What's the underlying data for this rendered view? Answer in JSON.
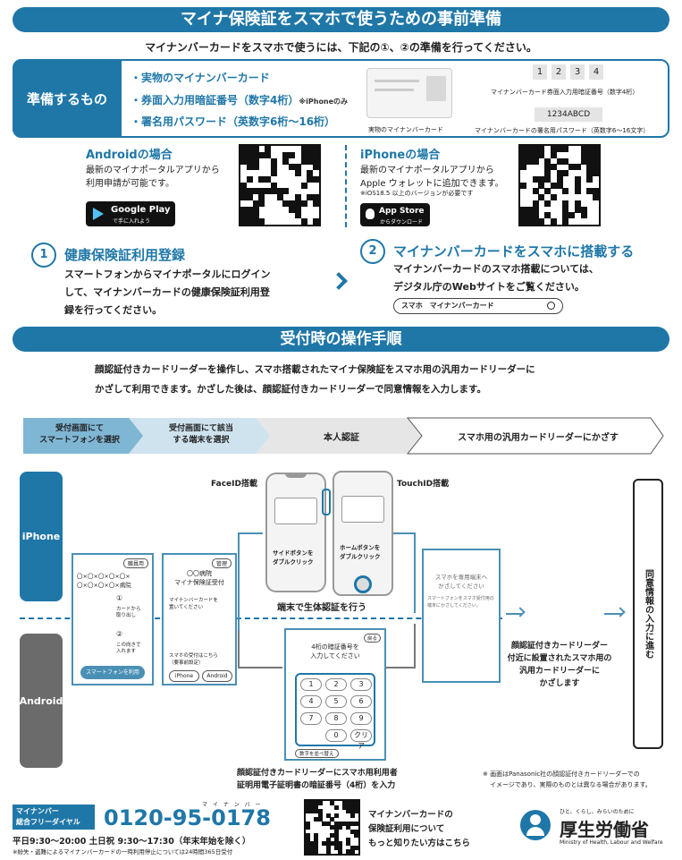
{
  "header": {
    "title": "マイナ保険証をスマホで使うための事前準備",
    "subtitle": "マイナンバーカードをスマホで使うには、下記の①、②の準備を行ってください。"
  },
  "prep": {
    "label": "準備するもの",
    "items": [
      "・実物のマイナンバーカード",
      "・券面入力用暗証番号（数字4桁）",
      "・署名用パスワード（英数字6桁〜16桁）"
    ],
    "iphone_note": "※iPhoneのみ",
    "pin_digits": [
      "1",
      "2",
      "3",
      "4"
    ],
    "pin_caption": "マイナンバーカード券面入力用暗証番号（数字4桁）",
    "password_sample": "1234ABCD",
    "card_caption": "実物のマイナンバーカード",
    "password_caption": "マイナンバーカードの署名用パスワード（英数字6〜16文字）"
  },
  "android": {
    "title": "Androidの場合",
    "text1": "最新のマイナポータルアプリから",
    "text2": "利用申請が可能です。",
    "store_main": "Google Play",
    "store_sub": "で手に入れよう"
  },
  "iphone": {
    "title": "iPhoneの場合",
    "text1": "最新のマイナポータルアプリから",
    "text2": "Apple ウォレットに追加できます。",
    "note": "※iOS18.5 以上のバージョンが必要です",
    "store_main": "App Store",
    "store_sub": "からダウンロード"
  },
  "step1": {
    "num": "1",
    "title": "健康保険証利用登録",
    "line1": "スマートフォンからマイナポータルにログイン",
    "line2": "して、マイナンバーカードの健康保険証利用登",
    "line3": "録を行ってください。"
  },
  "step2": {
    "num": "2",
    "title": "マイナンバーカードをスマホに搭載する",
    "line1": "マイナンバーカードのスマホ搭載については、",
    "line2": "デジタル庁のWebサイトをご覧ください。",
    "search": "スマホ　マイナンバーカード"
  },
  "procedure": {
    "title": "受付時の操作手順",
    "line1": "顔認証付きカードリーダーを操作し、スマホ搭載されたマイナ保険証をスマホ用の汎用カードリーダーに",
    "line2": "かざして利用できます。かざした後は、顔認証付きカードリーダーで同意情報を入力します。"
  },
  "flow": {
    "s1a": "受付画面にて",
    "s1b": "スマートフォンを選択",
    "s2a": "受付画面にて該当",
    "s2b": "する端末を選択",
    "s3": "本人認証",
    "s4": "スマホ用の汎用カードリーダーにかざす"
  },
  "diagram": {
    "iphone_label": "iPhone",
    "android_label": "Android",
    "faceid": "FaceID搭載",
    "touchid": "TouchID搭載",
    "side_button": "サイドボタンを",
    "side_button2": "ダブルクリック",
    "home_button": "ホームボタンを",
    "home_button2": "ダブルクリック",
    "bio_auth": "端末で生体認証を行う",
    "scr1_badge": "職員用",
    "scr1_row1": "〇×〇×〇×〇×〇×",
    "scr1_row2": "〇×〇×〇×〇×病院",
    "scr1_n1": "①",
    "scr1_t1a": "カードから",
    "scr1_t1b": "取り出し",
    "scr1_n2": "②",
    "scr1_t2a": "この向きで",
    "scr1_t2b": "入れます",
    "scr1_btn": "スマートフォンを利用",
    "scr2_badge": "管理",
    "scr2_t1": "〇〇病院",
    "scr2_t2": "マイナ保険証受付",
    "scr2_t3": "マイナンバーカードを",
    "scr2_t4": "置いてください",
    "scr2_t5": "スマホの受付はこちら",
    "scr2_t6": "（要事前設定）",
    "scr2_b1": "iPhone",
    "scr2_b2": "Android",
    "scr3_t1": "スマホを専用端末へ",
    "scr3_t2": "かざしてください",
    "scr3_t3": "スマートフォンをスマホ受付用の",
    "scr3_t4": "端末にかざしてください。",
    "pin_t1": "4桁の暗証番号を",
    "pin_t2": "入力してください",
    "pin_keys": [
      "1",
      "2",
      "3",
      "4",
      "5",
      "6",
      "7",
      "8",
      "9",
      "0",
      "クリア"
    ],
    "pin_switch": "数字を並べ替え",
    "pin_back": "戻る",
    "android_caption1": "顔認証付きカードリーダーにスマホ用利用者",
    "android_caption2": "証明用電子証明書の暗証番号（4桁）を入力",
    "reader1": "顔認証付きカードリーダー",
    "reader2": "付近に設置されたスマホ用の",
    "reader3": "汎用カードリーダーに",
    "reader4": "かざします",
    "consent": "同意情報の入力に進む",
    "note1": "※ 画面はPanasonic社の顔認証付きカードリーダーでの",
    "note2": "イメージであり、実際のものとは異なる場合があります。"
  },
  "footer": {
    "dial1": "マイナンバー",
    "dial2": "総合フリーダイヤル",
    "ruby": "マ イ ナ ン バ ー",
    "phone": "0120-95-0178",
    "hours": "平日9:30〜20:00  土日祝 9:30〜17:30（年末年始を除く）",
    "hours_note": "※紛失・盗難によるマイナンバーカードの一時利用停止については24時間365日受付",
    "info1": "マイナンバーカードの",
    "info2": "保険証利用について",
    "info3": "もっと知りたい方はこちら",
    "ministry_tag": "ひと、くらし、みらいのために",
    "ministry": "厚生労働省",
    "ministry_en": "Ministry of Health, Labour and Welfare"
  },
  "colors": {
    "brand": "#1f77a8",
    "flow_active": "#7fb6d4",
    "flow_mid": "#cfe3ef",
    "gray": "#6b6b6b"
  }
}
